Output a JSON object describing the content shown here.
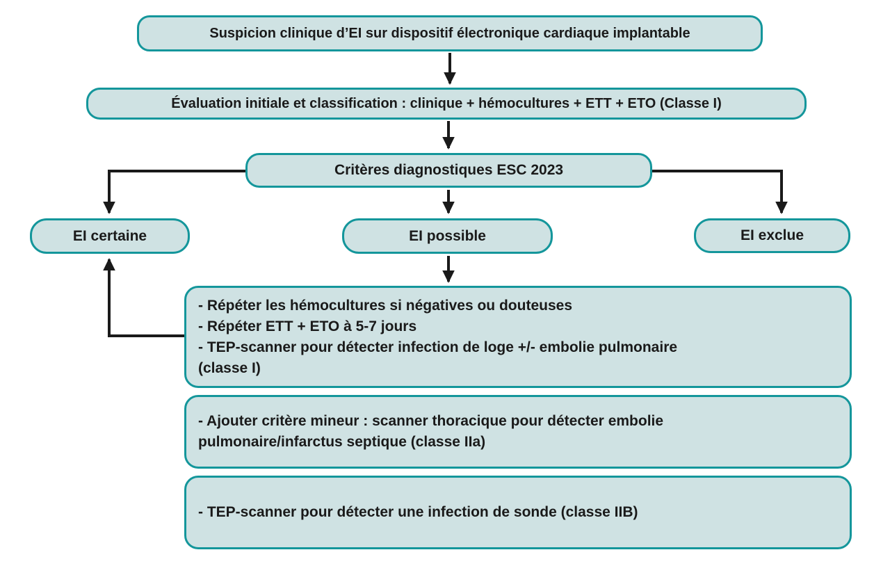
{
  "diagram": {
    "title_box": {
      "label": "Suspicion clinique d’EI sur dispositif électronique cardiaque implantable"
    },
    "evaluation_box": {
      "label": "Évaluation initiale et classification : clinique + hémocultures + ETT + ETO (Classe I)"
    },
    "criteria_box": {
      "label": "Critères diagnostiques ESC 2023"
    },
    "outcomes": {
      "certaine": {
        "label": "EI certaine"
      },
      "possible": {
        "label": "EI possible"
      },
      "exclue": {
        "label": "EI exclue"
      }
    },
    "detail_boxes": {
      "repeat_workup": {
        "lines": [
          "- Répéter les hémocultures si négatives ou douteuses",
          "- Répéter ETT + ETO à 5-7 jours",
          "- TEP-scanner pour détecter infection de loge +/- embolie pulmonaire",
          "(classe I)"
        ]
      },
      "minor_criterion": {
        "lines": [
          "- Ajouter critère mineur : scanner thoracique pour détecter embolie",
          "pulmonaire/infarctus septique (classe IIa)"
        ]
      },
      "lead_infection": {
        "lines": [
          "- TEP-scanner pour détecter une infection de sonde (classe IIB)"
        ]
      }
    },
    "colors": {
      "box_fill": "#cfe2e3",
      "box_border": "#14969b",
      "arrow": "#1a1a1a",
      "text": "#1a1a1a",
      "background": "#ffffff"
    }
  }
}
